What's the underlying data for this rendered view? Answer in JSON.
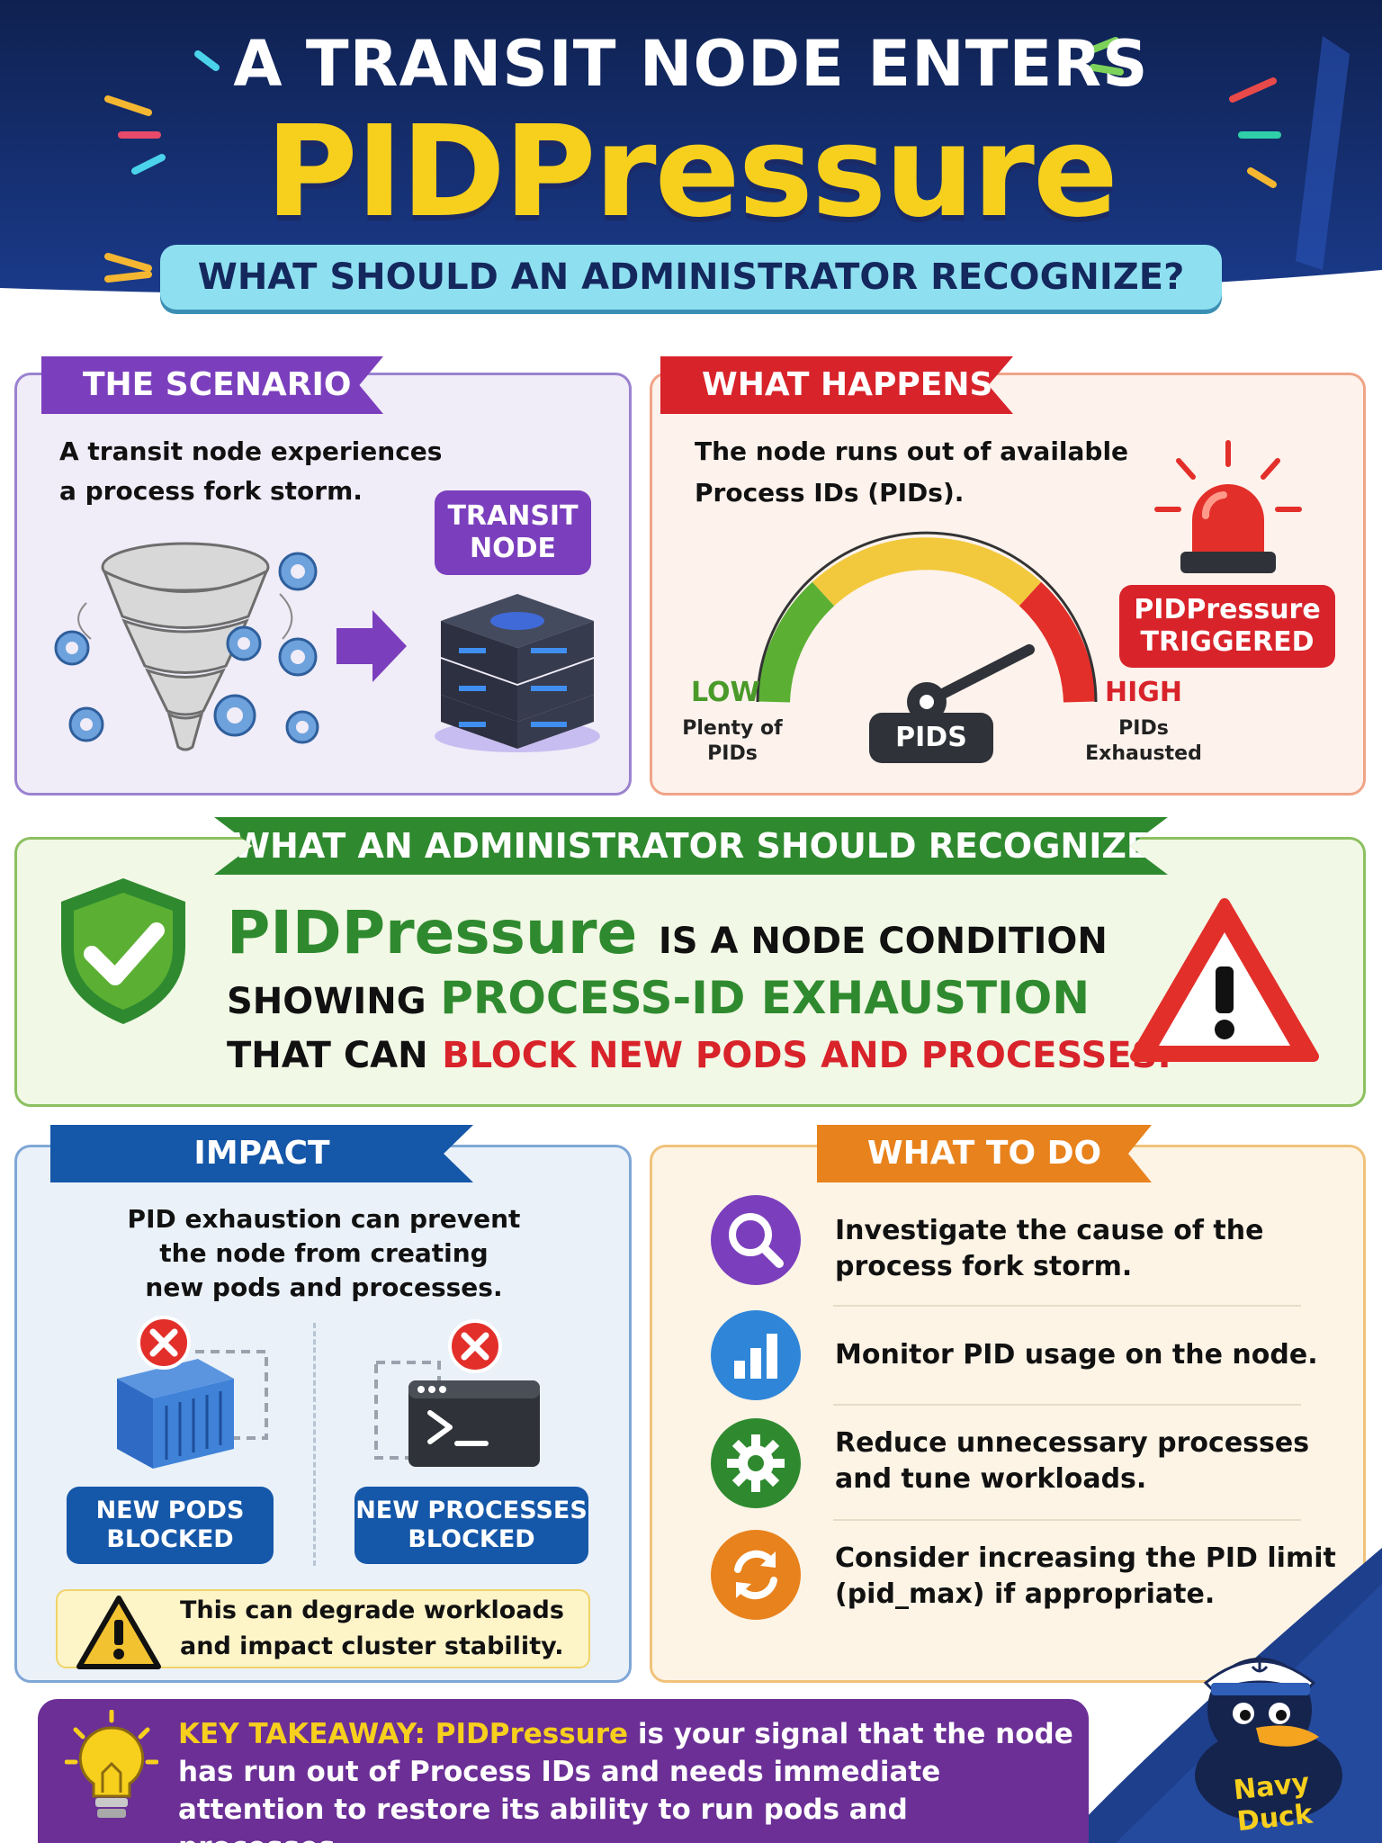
{
  "header": {
    "line1": "A TRANSIT NODE ENTERS",
    "line2": "PIDPressure",
    "subtitle": "WHAT SHOULD AN ADMINISTRATOR RECOGNIZE?"
  },
  "scenario": {
    "tag": "THE SCENARIO",
    "text_line1": "A transit node experiences",
    "text_line2": "a process fork storm.",
    "node_line1": "TRANSIT",
    "node_line2": "NODE"
  },
  "what_happens": {
    "tag": "WHAT HAPPENS",
    "text_line1": "The node runs out of available",
    "text_line2": "Process IDs (PIDs).",
    "gauge_label": "PIDS",
    "low_label": "LOW",
    "low_sub1": "Plenty of",
    "low_sub2": "PIDs",
    "high_label": "HIGH",
    "high_sub1": "PIDs",
    "high_sub2": "Exhausted",
    "badge_line1": "PIDPressure",
    "badge_line2": "TRIGGERED",
    "gauge_level": 0.85
  },
  "recognize": {
    "tag": "WHAT AN ADMINISTRATOR SHOULD RECOGNIZE",
    "term": "PIDPressure",
    "l1_rest": "IS A NODE CONDITION",
    "l2_a": "SHOWING",
    "l2_b": "PROCESS-ID EXHAUSTION",
    "l3_a": "THAT CAN",
    "l3_b": "BLOCK NEW PODS AND PROCESSES."
  },
  "impact": {
    "tag": "IMPACT",
    "text_line1": "PID exhaustion can prevent",
    "text_line2": "the node from creating",
    "text_line3": "new pods and processes.",
    "pods_line1": "NEW PODS",
    "pods_line2": "BLOCKED",
    "proc_line1": "NEW PROCESSES",
    "proc_line2": "BLOCKED",
    "warn_line1": "This can degrade workloads",
    "warn_line2": "and impact cluster stability."
  },
  "todo": {
    "tag": "WHAT TO DO",
    "s1_line1": "Investigate the cause of the",
    "s1_line2": "process fork storm.",
    "s2_line1": "Monitor PID usage on the node.",
    "s3_line1": "Reduce unnecessary processes",
    "s3_line2": "and tune workloads.",
    "s4_line1": "Consider increasing the PID limit",
    "s4_line2": "(pid_max) if appropriate."
  },
  "takeaway": {
    "label": "KEY TAKEAWAY:",
    "term": "PIDPressure",
    "rest": "is your signal that the node has run out of Process IDs and needs immediate attention to restore its ability to run pods and processes."
  },
  "mascot": {
    "label": "Navy Duck"
  },
  "colors": {
    "navy": "#14285e",
    "yellow": "#f7cf1d",
    "purple": "#7b3fbd",
    "red": "#d8232a",
    "green": "#2f8a2f",
    "blue": "#1557a8",
    "orange": "#e8821c"
  }
}
